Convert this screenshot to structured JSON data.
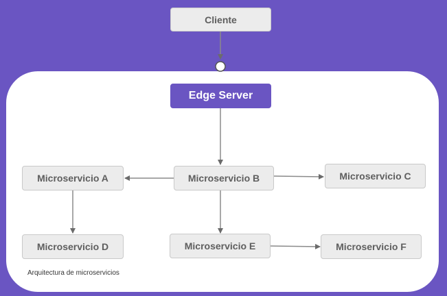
{
  "nodes": {
    "cliente": "Cliente",
    "edge_server": "Edge Server",
    "ms_a": "Microservicio A",
    "ms_b": "Microservicio B",
    "ms_c": "Microservicio C",
    "ms_d": "Microservicio D",
    "ms_e": "Microservicio E",
    "ms_f": "Microservicio F"
  },
  "edges": [
    {
      "from": "Cliente",
      "to": "Edge Server"
    },
    {
      "from": "Edge Server",
      "to": "Microservicio B"
    },
    {
      "from": "Microservicio B",
      "to": "Microservicio A"
    },
    {
      "from": "Microservicio B",
      "to": "Microservicio C"
    },
    {
      "from": "Microservicio B",
      "to": "Microservicio E"
    },
    {
      "from": "Microservicio A",
      "to": "Microservicio D"
    },
    {
      "from": "Microservicio E",
      "to": "Microservicio F"
    }
  ],
  "caption": "Arquitectura de microservicios",
  "colors": {
    "background": "#6a55c2",
    "panel": "#ffffff",
    "node_fill": "#ececec",
    "node_border": "#c9c9c9",
    "node_text": "#5e5e5e",
    "edge_server_fill": "#6a55c2",
    "arrow": "#6b6b6b"
  }
}
